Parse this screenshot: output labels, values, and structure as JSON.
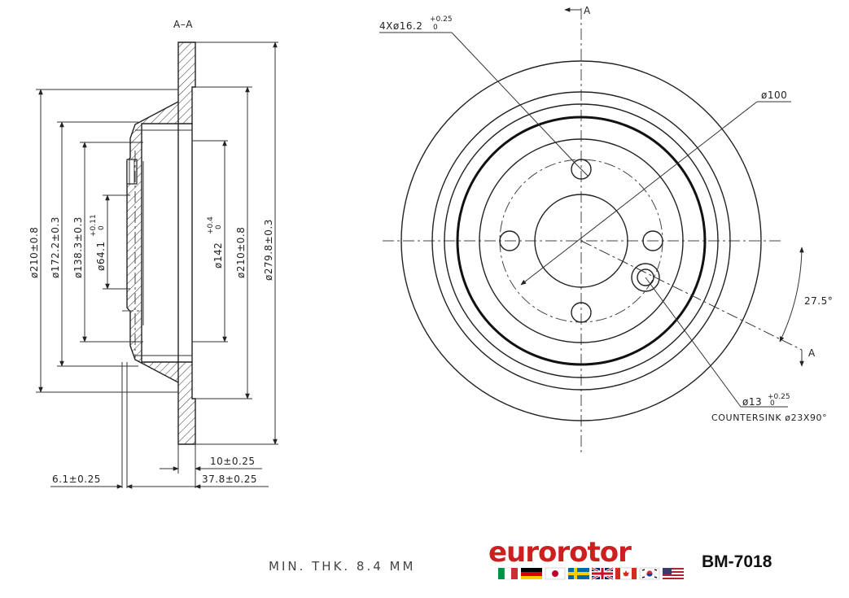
{
  "section": {
    "title": "A–A"
  },
  "section_dims": {
    "d_outer_hat": "ø210±0.8",
    "d_172": "ø172.2±0.3",
    "d_138": "ø138.3±0.3",
    "d_64_base": "ø64.1",
    "d_64_tol_upper": "+0.11",
    "d_64_tol_lower": "0",
    "d_142_base": "ø142",
    "d_142_tol_upper": "+0.4",
    "d_142_tol_lower": "0",
    "d_210_right": "ø210±0.8",
    "d_279": "ø279.8±0.3",
    "thk_10": "10±0.25",
    "thk_61": "6.1±0.25",
    "height_378": "37.8±0.25"
  },
  "plan_dims": {
    "arrow_label_top": "A",
    "arrow_label_right": "A",
    "bolt_holes_base": "4Xø16.2",
    "bolt_holes_tol_upper": "+0.25",
    "bolt_holes_tol_lower": "0",
    "pcd": "ø100",
    "hole_13_base": "ø13",
    "hole_13_tol_upper": "+0.25",
    "hole_13_tol_lower": "0",
    "countersink": "COUNTERSINK ø23X90°",
    "angle": "27.5°"
  },
  "footer": {
    "min_thickness": "MIN. THK. 8.4 MM",
    "brand": "eurorotor",
    "part_number": "BM-7018"
  },
  "flags": [
    "italy-flag",
    "germany-flag",
    "japan-flag",
    "sweden-flag",
    "uk-flag",
    "canada-flag",
    "korea-flag",
    "usa-flag"
  ]
}
